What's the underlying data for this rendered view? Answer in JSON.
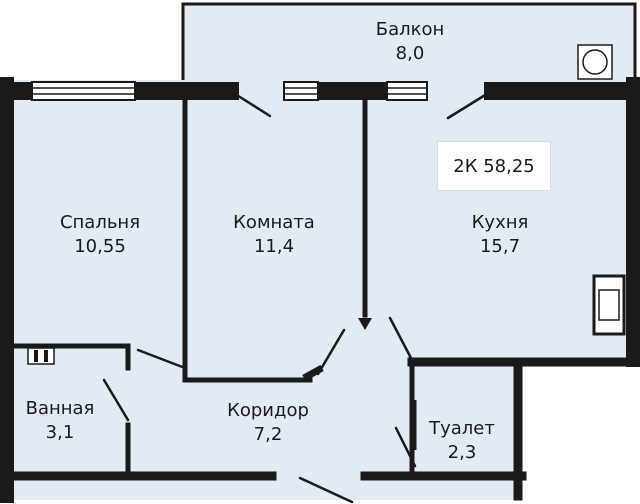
{
  "plan": {
    "total_label": "2К 58,25",
    "colors": {
      "floor": "#e2ebf3",
      "wall": "#1a1a1a",
      "window": "#ffffff"
    },
    "rooms": [
      {
        "id": "balcony",
        "name": "Балкон",
        "area": "8,0"
      },
      {
        "id": "bedroom",
        "name": "Спальня",
        "area": "10,55"
      },
      {
        "id": "room",
        "name": "Комната",
        "area": "11,4"
      },
      {
        "id": "kitchen",
        "name": "Кухня",
        "area": "15,7"
      },
      {
        "id": "bathroom",
        "name": "Ванная",
        "area": "3,1"
      },
      {
        "id": "corridor",
        "name": "Коридор",
        "area": "7,2"
      },
      {
        "id": "toilet",
        "name": "Туалет",
        "area": "2,3"
      }
    ]
  }
}
